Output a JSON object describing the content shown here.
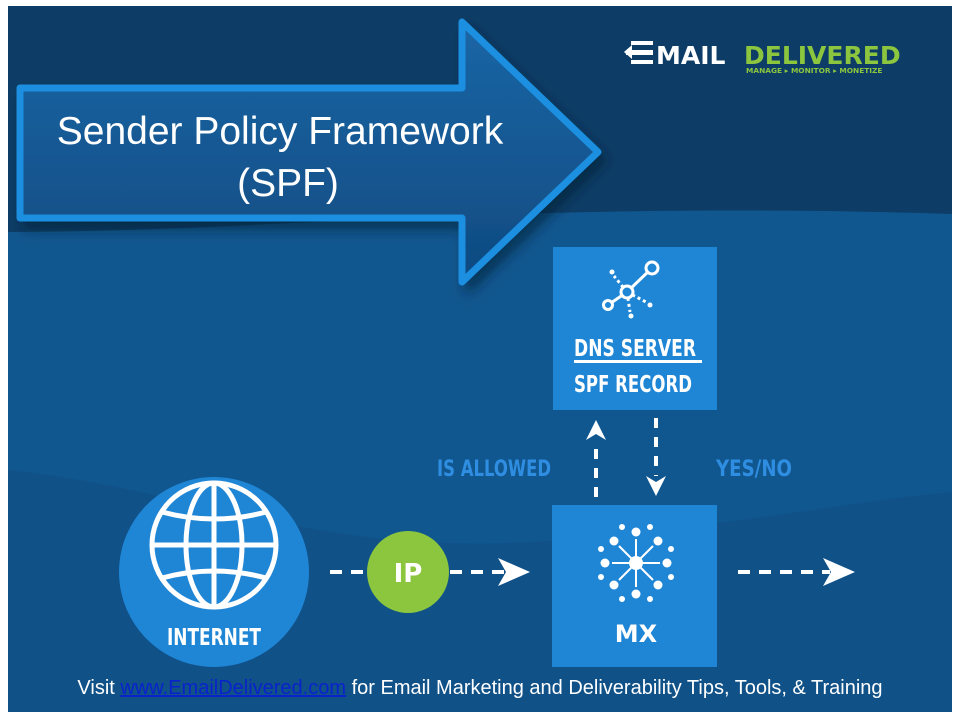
{
  "title": {
    "line1": "Sender Policy Framework",
    "line2": "(SPF)"
  },
  "logo": {
    "word_email": "MAIL",
    "word_delivered": "DELIVERED",
    "tagline": "MANAGE ▸ MONITOR ▸ MONETIZE"
  },
  "dns_box": {
    "icon": "network-nodes-icon",
    "line1": "DNS SERVER",
    "line2": "SPF RECORD"
  },
  "flow_labels": {
    "is_allowed": "IS ALLOWED",
    "yes_no": "YES/NO"
  },
  "internet_node": {
    "icon": "globe-icon",
    "label": "INTERNET"
  },
  "ip_badge": {
    "label": "IP"
  },
  "mx_box": {
    "icon": "hub-spokes-icon",
    "label": "MX"
  },
  "footer": {
    "prefix": "Visit ",
    "link": "www.EmailDelivered.com",
    "suffix": " for Email Marketing and Deliverability Tips, Tools, & Training"
  },
  "colors": {
    "background": "#0d3d66",
    "band": "#11578f",
    "arrow_fill": "#15568f",
    "arrow_border": "#1a8fe0",
    "box_blue": "#1f86d6",
    "label_blue": "#2f8ee2",
    "ip_green": "#8cc63f",
    "logo_green": "#8cc63f"
  }
}
